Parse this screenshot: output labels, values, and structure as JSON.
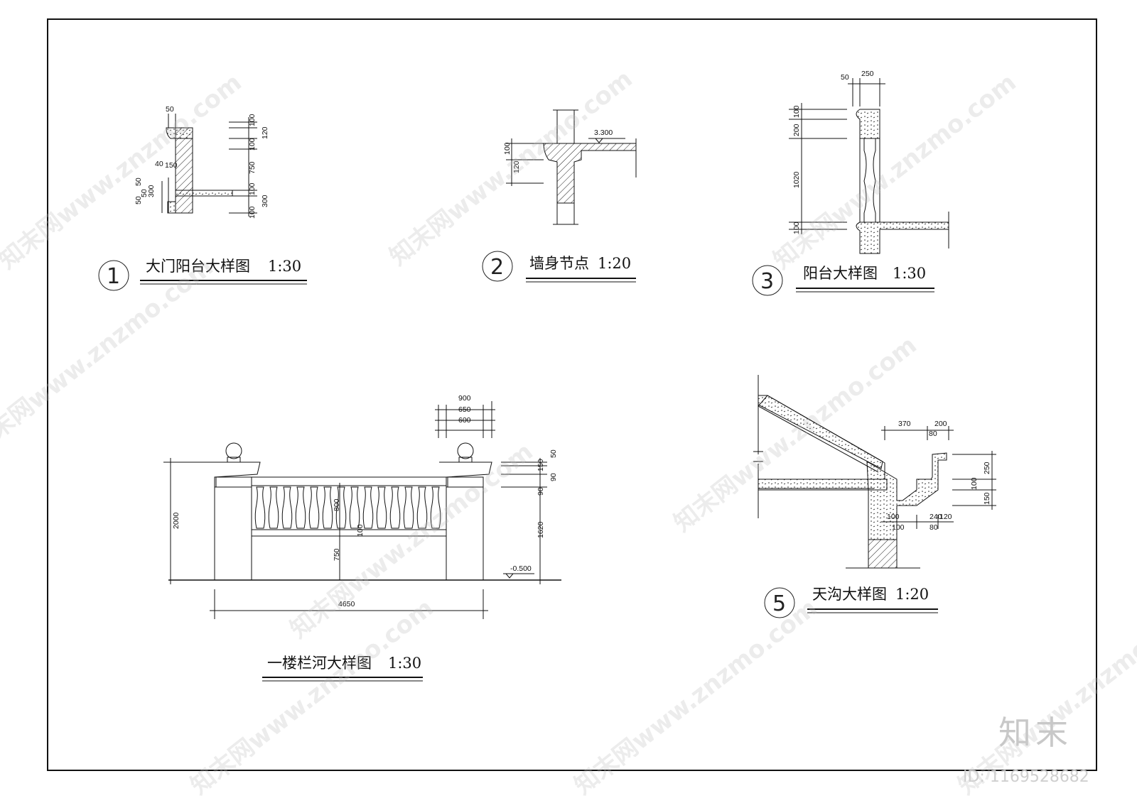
{
  "details": [
    {
      "number": "1",
      "title": "大门阳台大样图",
      "scale": "1:30"
    },
    {
      "number": "2",
      "title": "墙身节点",
      "scale": "1:20"
    },
    {
      "number": "3",
      "title": "阳台大样图",
      "scale": "1:30"
    },
    {
      "number": "5",
      "title": "天沟大样图",
      "scale": "1:20"
    },
    {
      "number": "",
      "title": "一楼栏河大样图",
      "scale": "1:30"
    }
  ],
  "dims": {
    "d1": {
      "a": "50",
      "b": "100",
      "c": "120",
      "d": "100",
      "e": "750",
      "f": "100",
      "g": "300",
      "h": "100",
      "i": "40",
      "j": "150",
      "k": "50",
      "l": "50",
      "m": "300",
      "n": "50"
    },
    "d2": {
      "a": "100",
      "b": "120",
      "elev": "3.300"
    },
    "d3": {
      "a": "50",
      "b": "250",
      "c": "100",
      "d": "200",
      "e": "1020",
      "f": "100"
    },
    "d4": {
      "a": "900",
      "b": "650",
      "c": "600",
      "d": "2000",
      "e": "50",
      "f": "150",
      "g": "90",
      "h": "90",
      "i": "1620",
      "j": "800",
      "k": "100",
      "l": "750",
      "m": "-0.500",
      "n": "4650"
    },
    "d5": {
      "a": "370",
      "b": "200",
      "c": "80",
      "d": "250",
      "e": "100",
      "f": "150",
      "g": "100",
      "h": "240",
      "i": "120",
      "j": "100",
      "k": "80"
    }
  },
  "watermark": {
    "text": "知末网www.znzmo.com",
    "brand": "知末",
    "id": "ID: 1169528682"
  }
}
